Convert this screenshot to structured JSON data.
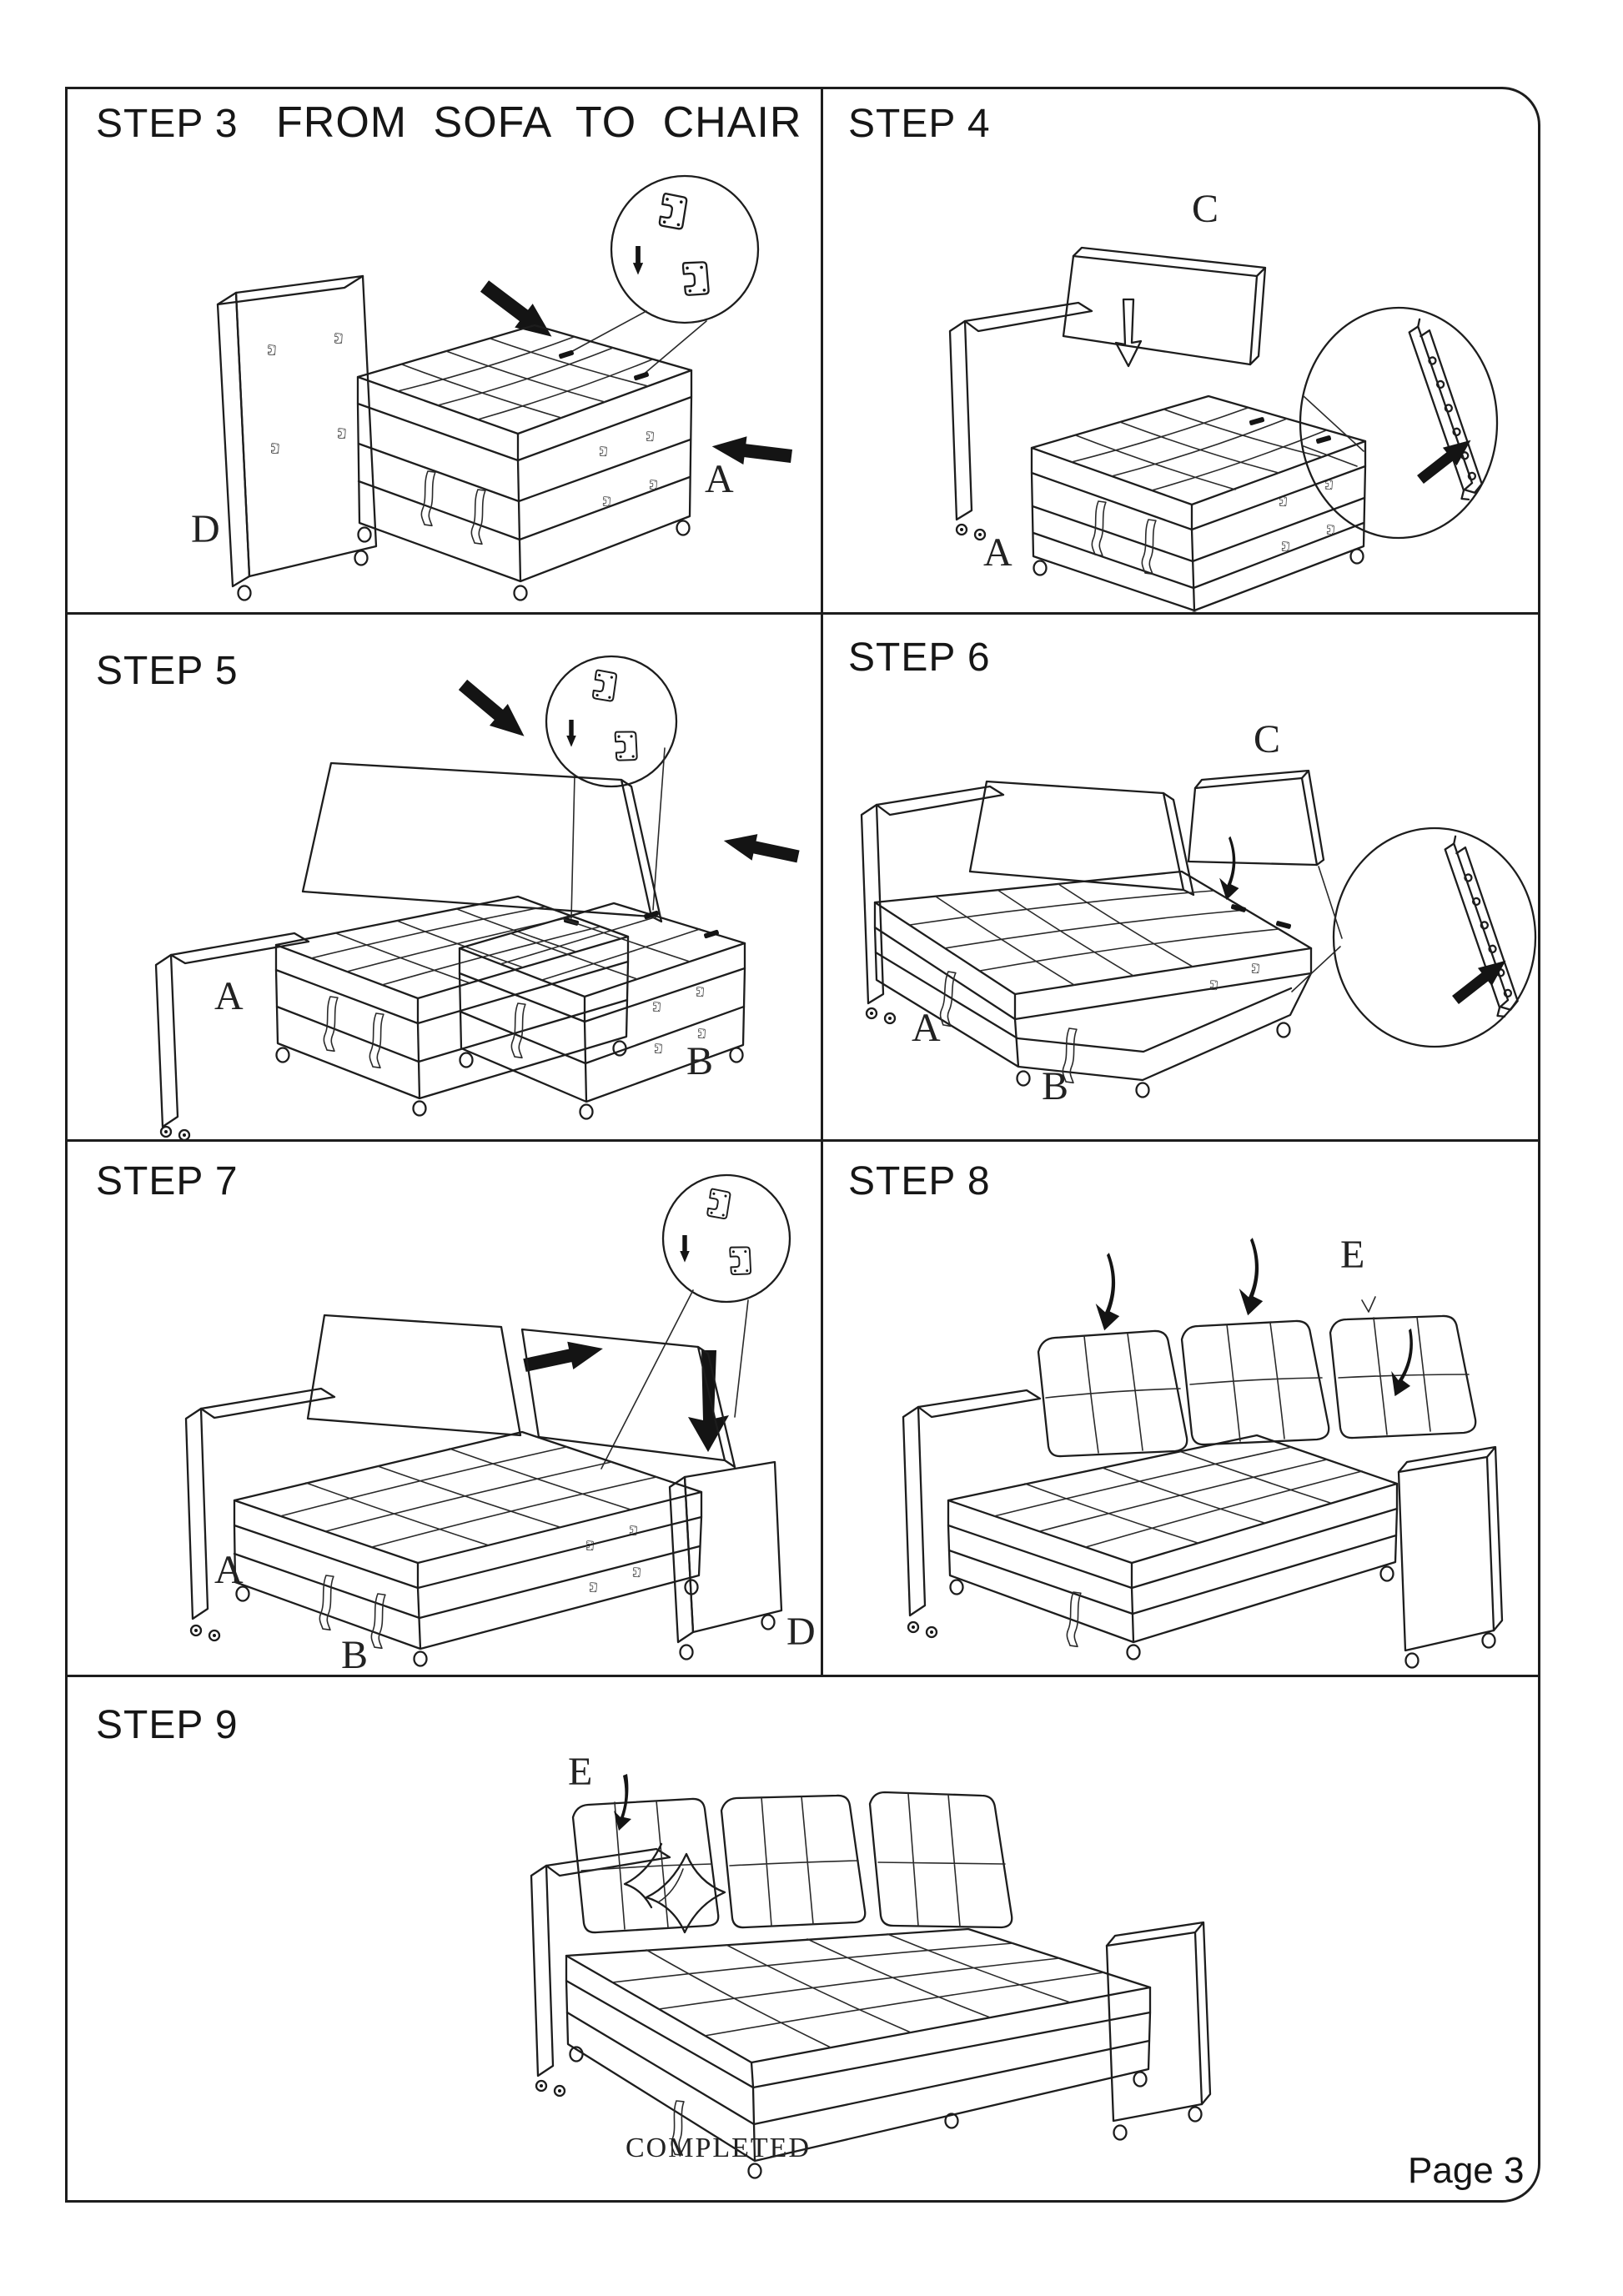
{
  "page": {
    "title": "FROM  SOFA  TO  CHAIR",
    "completed_label": "COMPLETED",
    "page_number_label": "Page 3"
  },
  "steps": [
    {
      "label": "STEP 3",
      "parts": {
        "d": "D",
        "a": "A"
      }
    },
    {
      "label": "STEP 4",
      "parts": {
        "c": "C",
        "a": "A"
      }
    },
    {
      "label": "STEP 5",
      "parts": {
        "a": "A",
        "b": "B"
      }
    },
    {
      "label": "STEP 6",
      "parts": {
        "c": "C",
        "a": "A",
        "b": "B"
      }
    },
    {
      "label": "STEP 7",
      "parts": {
        "a": "A",
        "b": "B",
        "d": "D"
      }
    },
    {
      "label": "STEP 8",
      "parts": {
        "e": "E"
      }
    },
    {
      "label": "STEP 9",
      "parts": {
        "e": "E"
      }
    }
  ]
}
